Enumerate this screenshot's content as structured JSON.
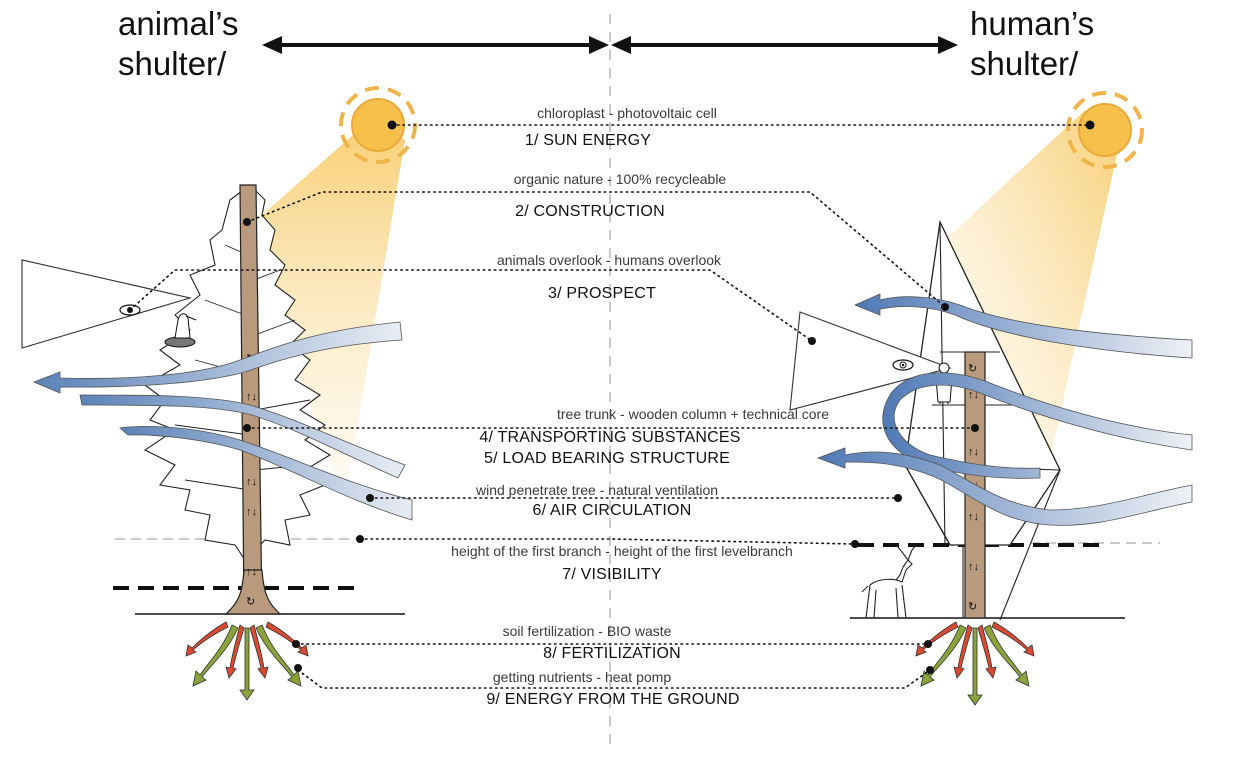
{
  "headers": {
    "left": [
      "animal’s",
      "shulter/"
    ],
    "right": [
      "human’s",
      "shulter/"
    ]
  },
  "rows": [
    {
      "sub": "chloroplast  -  photovoltaic cell",
      "title": "1/ SUN ENERGY"
    },
    {
      "sub": "organic nature  -  100% recycleable",
      "title": "2/ CONSTRUCTION"
    },
    {
      "sub": "animals overlook   -   humans overlook",
      "title": "3/ PROSPECT"
    },
    {
      "sub": "tree trunk  -  wooden column + technical core",
      "title": "4/ TRANSPORTING SUBSTANCES"
    },
    {
      "title": "5/ LOAD BEARING STRUCTURE"
    },
    {
      "sub": "wind penetrate tree   -   natural ventilation",
      "title": "6/ AIR CIRCULATION"
    },
    {
      "sub": "height of the first branch   -   height of the first levelbranch",
      "title": "7/ VISIBILITY"
    },
    {
      "sub": "soil fertilization  -  BIO waste",
      "title": "8/ FERTILIZATION"
    },
    {
      "sub": "getting nutrients  -  heat pomp",
      "title": "9/ ENERGY FROM THE GROUND"
    }
  ],
  "colors": {
    "sun": "#f6c04a",
    "trunk": "#b99a7c",
    "wind": "#4d78b4",
    "root_red": "#d94a33",
    "root_green": "#8aa33b",
    "ink": "#111111"
  }
}
